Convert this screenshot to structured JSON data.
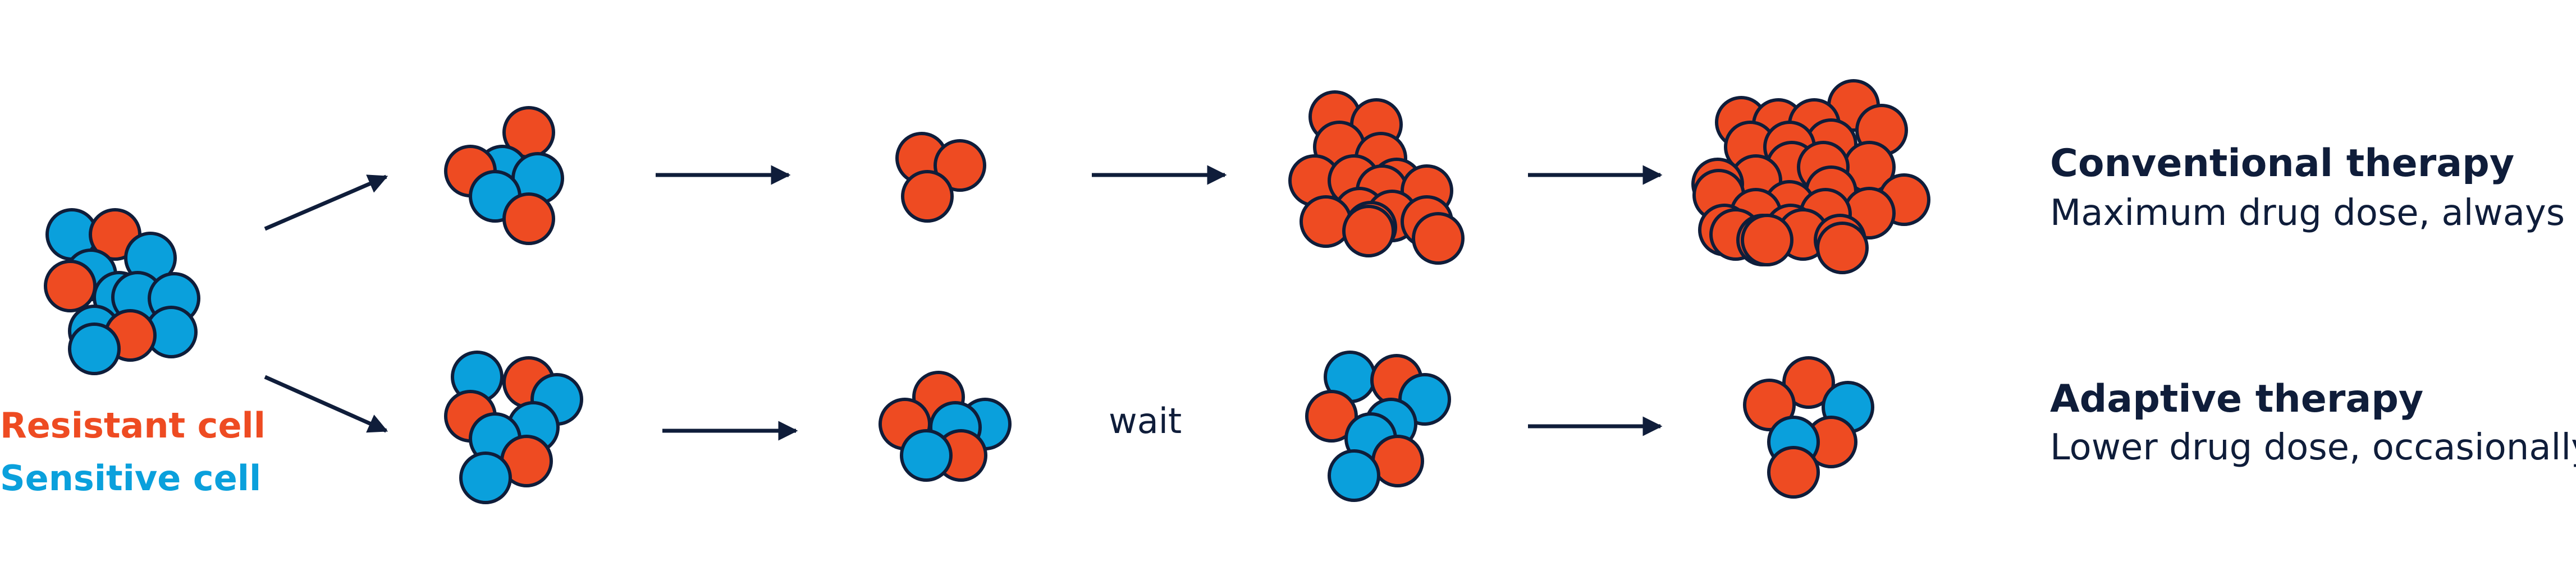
{
  "colors": {
    "resistant": "#ee4b22",
    "sensitive": "#0aa0dc",
    "outline": "#0f1d3a",
    "arrow": "#0f1d3a"
  },
  "legend": {
    "resistant_label": "Resistant cell",
    "sensitive_label": "Sensitive cell"
  },
  "conventional": {
    "title": "Conventional therapy",
    "subtitle": "Maximum drug dose, always"
  },
  "adaptive": {
    "title": "Adaptive therapy",
    "subtitle": "Lower drug dose, occasionally",
    "wait_label": "wait"
  }
}
